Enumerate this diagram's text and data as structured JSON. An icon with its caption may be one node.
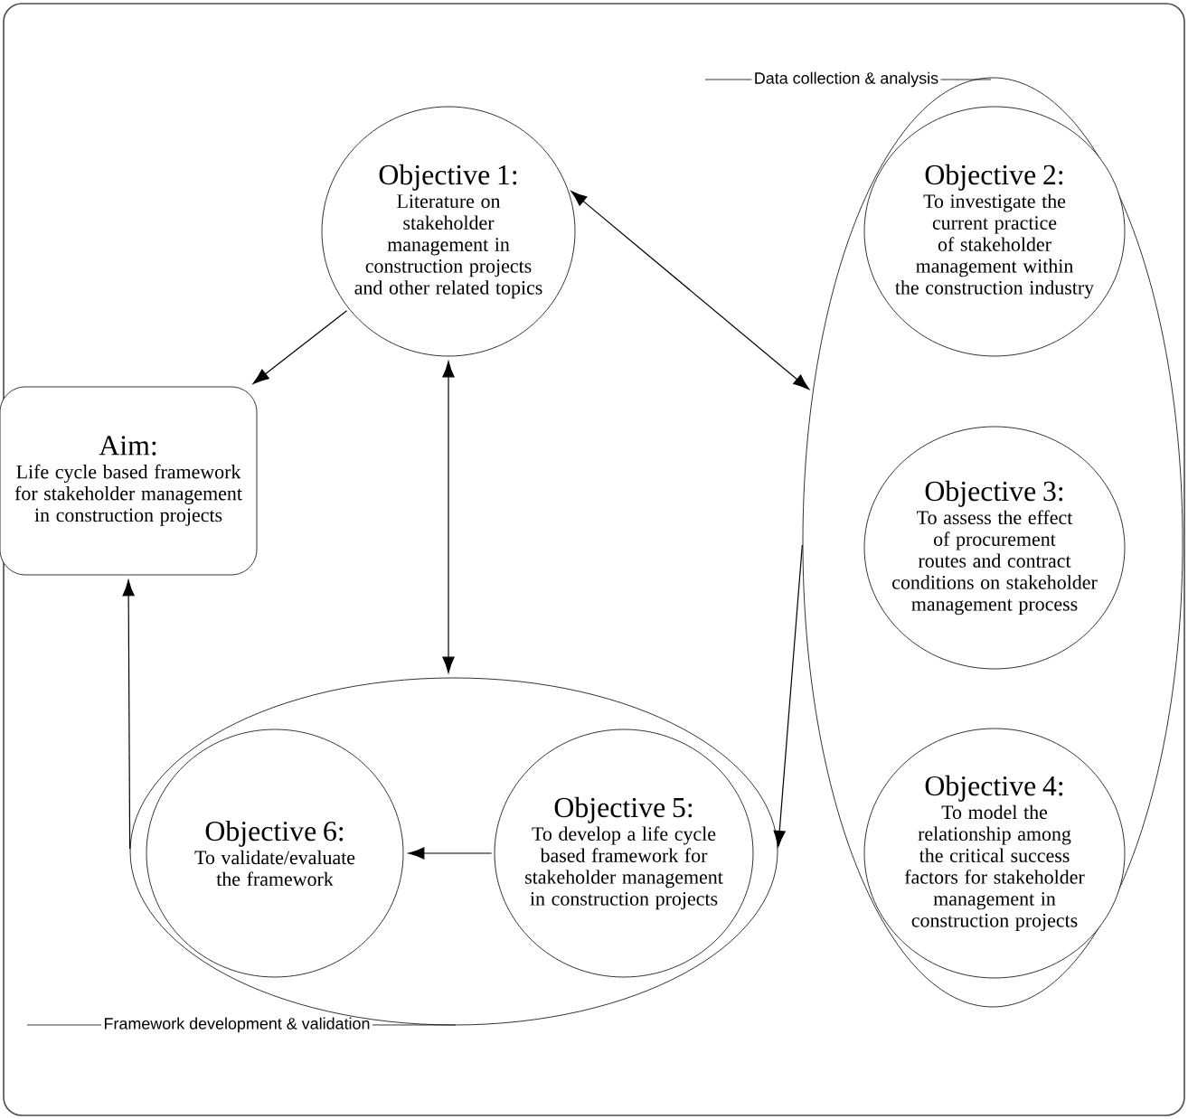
{
  "diagram": {
    "nodes": [
      {
        "text": [
          "Objective 1:",
          "Literature on stakeholder management in construction projects and other related topics"
        ]
      },
      {
        "text": [
          "Data collection & analysis"
        ]
      },
      {
        "text": [
          "Objective 2:",
          "To investigate the current practice of stakeholder management within the construction industry"
        ],
        "in": 1
      },
      {
        "text": [
          "Objective 3:",
          "To assess the effect of procurement routes and contract conditions on stakeholder management process"
        ],
        "in": 1
      },
      {
        "text": [
          "Objective 4:",
          "To model the relationship among the critical success factors for stakeholder management in construction projects"
        ],
        "in": 1
      },
      {
        "text": [
          "Aim:",
          "Life cycle based framework for stakeholder management in construction projects"
        ]
      },
      {
        "text": [
          "Framework development & validation"
        ]
      },
      {
        "text": [
          "Objective 5:",
          "To develop a life cycle based framework for stakeholder management in construction projects"
        ],
        "in": 6
      },
      {
        "text": [
          "Objective 6:",
          "To validate/evaluate the framework"
        ],
        "in": 6
      }
    ],
    "edges": [
      {
        "from": 0,
        "to": 5,
        "arrow": "to"
      },
      {
        "from": 0,
        "to": 1,
        "arrow": "both"
      },
      {
        "from": 0,
        "to": 6,
        "arrow": "both"
      },
      {
        "from": 1,
        "to": 6,
        "arrow": "to"
      },
      {
        "from": 7,
        "to": 8,
        "arrow": "to"
      },
      {
        "from": 6,
        "to": 5,
        "arrow": "to"
      }
    ]
  }
}
